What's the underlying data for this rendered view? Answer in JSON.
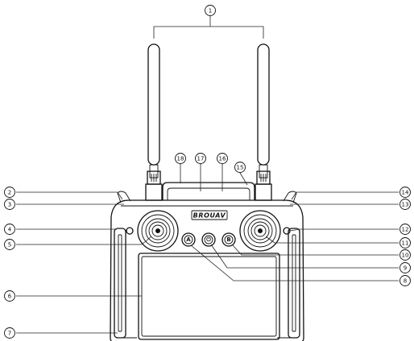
{
  "device": {
    "brand_label": "BROUAV",
    "buttons": [
      {
        "key": "a",
        "label": "A"
      },
      {
        "key": "power",
        "label": "⏻"
      },
      {
        "key": "b",
        "label": "B"
      }
    ]
  },
  "callouts": [
    "1",
    "2",
    "3",
    "4",
    "5",
    "6",
    "7",
    "8",
    "9",
    "10",
    "11",
    "12",
    "13",
    "14",
    "15",
    "16",
    "17",
    "18"
  ]
}
